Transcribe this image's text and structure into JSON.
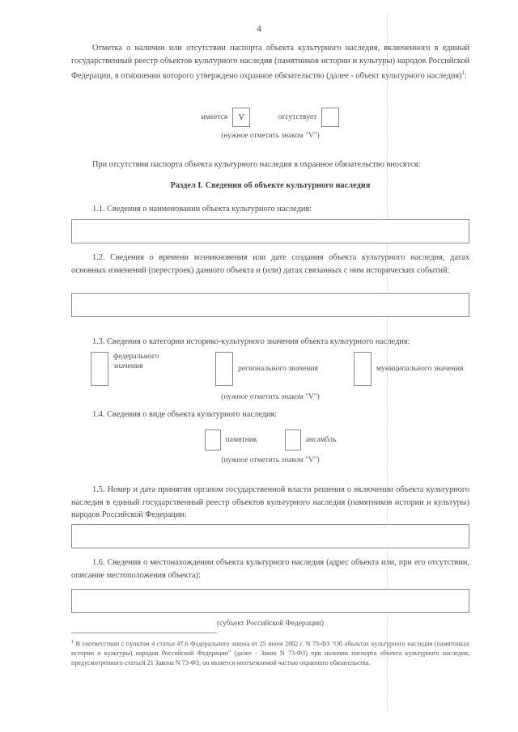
{
  "document": {
    "page_number": "4",
    "intro_paragraph": "Отметка о наличии или отсутствии паспорта объекта культурного наследия, включенного в единый государственный реестр объектов культурного наследия (памятников истории и культуры) народов Российской Федерации, в отношении которого утверждено охранное обязательство (далее - объект культурного наследия)",
    "intro_footnote_marker": "1",
    "intro_paragraph_tail": ":",
    "passport_presence": {
      "present_label": "имеется",
      "present_value": "V",
      "absent_label": "отсутствует",
      "absent_value": "",
      "hint": "(нужное отметить знаком \"V\")"
    },
    "note_paragraph": "При отсутствии паспорта объекта культурного наследия в охранное обязательство вносятся:",
    "section_title": "Раздел I. Сведения об объекте культурного наследия",
    "items": {
      "item_1_1": {
        "label": "1.1. Сведения о наименовании объекта культурного наследия:",
        "field_value": ""
      },
      "item_1_2": {
        "label": "1.2. Сведения о времени возникновения или дате создания объекта культурного наследия, датах основных изменений (перестроек) данного объекта и (или) датах связанных с ним исторических событий:",
        "field_value": ""
      },
      "item_1_3": {
        "label": "1.3. Сведения о категории историко-культурного значения объекта культурного наследия:",
        "options": [
          {
            "label": "федерального значения",
            "value": ""
          },
          {
            "label": "регионального значения",
            "value": ""
          },
          {
            "label": "муниципального значения",
            "value": ""
          }
        ],
        "hint": "(нужное отметить знаком \"V\")"
      },
      "item_1_4": {
        "label": "1.4. Сведения о виде объекта культурного наследия:",
        "options": [
          {
            "label": "памятник",
            "value": ""
          },
          {
            "label": "ансамбль",
            "value": ""
          }
        ],
        "hint": "(нужное отметить знаком \"V\")"
      },
      "item_1_5": {
        "label": "1.5. Номер и дата принятия органом государственной власти решения о включении объекта культурного наследия в единый государственный реестр объектов культурного наследия (памятников истории и культуры) народов Российской Федерации:",
        "field_value": ""
      },
      "item_1_6": {
        "label": "1.6. Сведения о местонахождении объекта культурного наследия (адрес объекта или, при его отсутствии, описание местоположения объекта):",
        "field_value": "",
        "caption": "(субъект Российской Федерации)"
      }
    },
    "footnote": {
      "marker": "1",
      "text": " В соответствии с пунктом 4 статьи 47.6 Федерального закона от 25 июня 2002 г. N 73-ФЗ \"Об объектах культурного наследия (памятниках истории и культуры) народов Российской Федерации\" (далее - Закон N 73-ФЗ) при наличии паспорта объекта культурного наследия, предусмотренного статьей 21 Закона N 73-ФЗ, он является неотъемлемой частью охранного обязательства."
    }
  }
}
